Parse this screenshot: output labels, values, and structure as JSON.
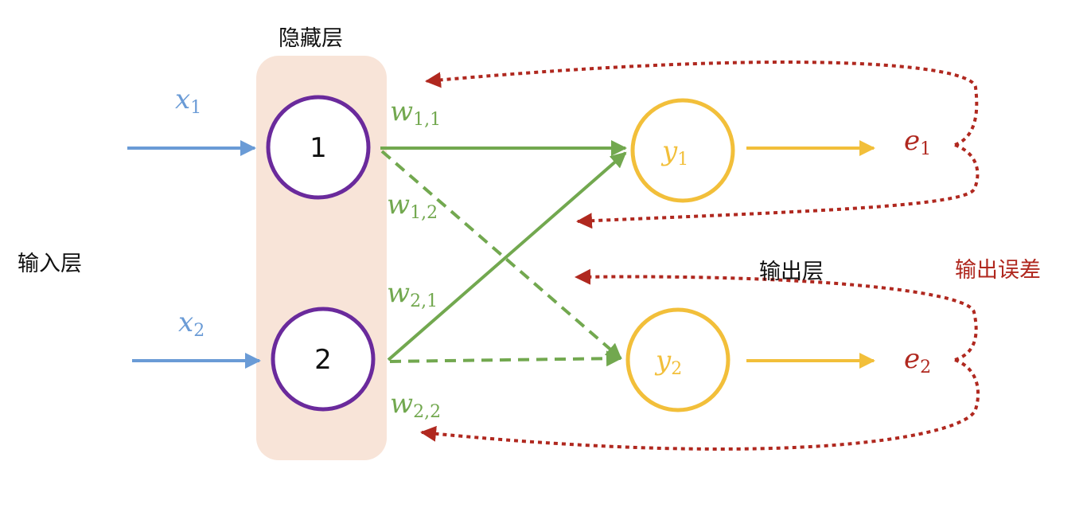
{
  "labels": {
    "hidden_layer": "隐藏层",
    "input_layer": "输入层",
    "output_layer": "输出层",
    "output_error": "输出误差"
  },
  "inputs": [
    {
      "symbol": "x",
      "sub": "1"
    },
    {
      "symbol": "x",
      "sub": "2"
    }
  ],
  "hidden_nodes": [
    "1",
    "2"
  ],
  "outputs": [
    {
      "symbol": "y",
      "sub": "1"
    },
    {
      "symbol": "y",
      "sub": "2"
    }
  ],
  "errors": [
    {
      "symbol": "e",
      "sub": "1"
    },
    {
      "symbol": "e",
      "sub": "2"
    }
  ],
  "weights": [
    {
      "symbol": "w",
      "sub": "1,1"
    },
    {
      "symbol": "w",
      "sub": "1,2"
    },
    {
      "symbol": "w",
      "sub": "2,1"
    },
    {
      "symbol": "w",
      "sub": "2,2"
    }
  ],
  "colors": {
    "input_arrow": "#6a9bd6",
    "hidden_node": "#6a2a9c",
    "hidden_panel": "#f8e4d8",
    "weight_line": "#72a84f",
    "output_node": "#f2bf3a",
    "error_feedback": "#b0281f"
  }
}
